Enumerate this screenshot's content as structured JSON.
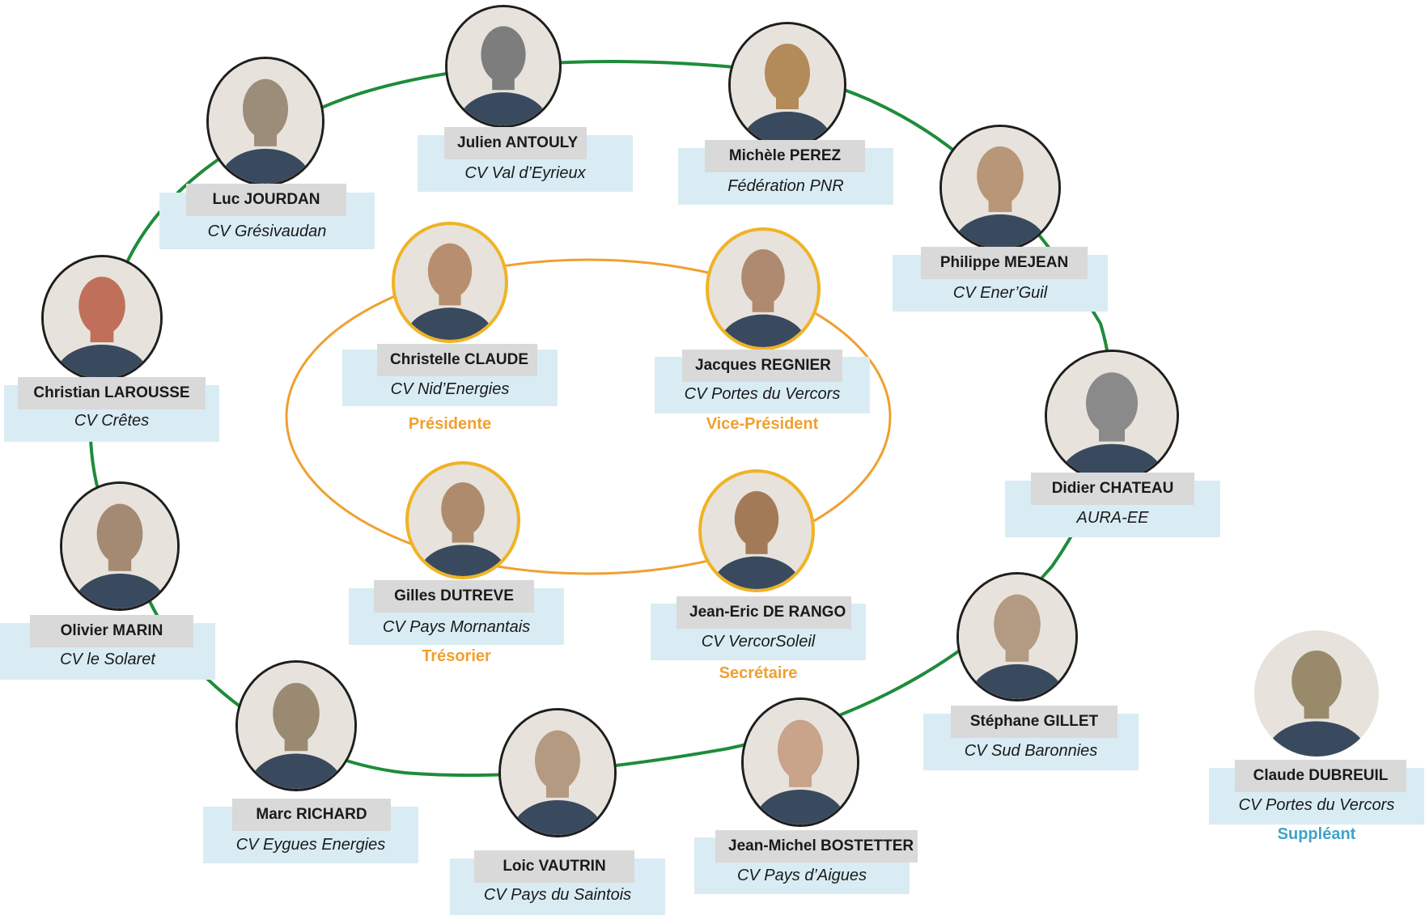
{
  "members": [
    {
      "id": "julien-antouly",
      "name": "Julien ANTOULY",
      "org": "CV Val d’Eyrieux",
      "group": "outer",
      "role": "",
      "tone": "#7d7d7d"
    },
    {
      "id": "michele-perez",
      "name": "Michèle PEREZ",
      "org": "Fédération PNR",
      "group": "outer",
      "role": "",
      "tone": "#b38a5a"
    },
    {
      "id": "luc-jourdan",
      "name": "Luc JOURDAN",
      "org": "CV Grésivaudan",
      "group": "outer",
      "role": "",
      "tone": "#9c8c7a"
    },
    {
      "id": "philippe-mejean",
      "name": "Philippe MEJEAN",
      "org": "CV Ener’Guil",
      "group": "outer",
      "role": "",
      "tone": "#b89678"
    },
    {
      "id": "christian-larousse",
      "name": "Christian LAROUSSE",
      "org": "CV Crêtes",
      "group": "outer",
      "role": "",
      "tone": "#c0705a"
    },
    {
      "id": "didier-chateau",
      "name": "Didier CHATEAU",
      "org": "AURA-EE",
      "group": "outer",
      "role": "",
      "tone": "#8a8a8a"
    },
    {
      "id": "olivier-marin",
      "name": "Olivier MARIN",
      "org": "CV le Solaret",
      "group": "outer",
      "role": "",
      "tone": "#a58a73"
    },
    {
      "id": "stephane-gillet",
      "name": "Stéphane GILLET",
      "org": "CV Sud Baronnies",
      "group": "outer",
      "role": "",
      "tone": "#b39a82"
    },
    {
      "id": "marc-richard",
      "name": "Marc RICHARD",
      "org": "CV Eygues Energies",
      "group": "outer",
      "role": "",
      "tone": "#9a8a72"
    },
    {
      "id": "loic-vautrin",
      "name": "Loic VAUTRIN",
      "org": "CV Pays du Saintois",
      "group": "outer",
      "role": "",
      "tone": "#b49a80"
    },
    {
      "id": "jean-michel-bostetter",
      "name": "Jean-Michel BOSTETTER",
      "org": "CV Pays d’Aigues",
      "group": "outer",
      "role": "",
      "tone": "#c9a38a"
    },
    {
      "id": "christelle-claude",
      "name": "Christelle CLAUDE",
      "org": "CV Nid’Energies",
      "group": "bureau",
      "role": "Présidente",
      "tone": "#b88f6e"
    },
    {
      "id": "jacques-regnier",
      "name": "Jacques REGNIER",
      "org": "CV Portes du Vercors",
      "group": "bureau",
      "role": "Vice-Président",
      "tone": "#b08a70"
    },
    {
      "id": "gilles-dutreve",
      "name": "Gilles DUTREVE",
      "org": "CV Pays Mornantais",
      "group": "bureau",
      "role": "Trésorier",
      "tone": "#ad8b6c"
    },
    {
      "id": "jean-eric-de-rango",
      "name": "Jean-Eric DE RANGO",
      "org": "CV VercorSoleil",
      "group": "bureau",
      "role": "Secrétaire",
      "tone": "#a37a58"
    },
    {
      "id": "claude-dubreuil",
      "name": "Claude DUBREUIL",
      "org": "CV Portes du Vercors",
      "group": "substitute",
      "role": "Suppléant",
      "tone": "#9a8a6c"
    }
  ],
  "colors": {
    "outer_ring": "#1e8c3a",
    "bureau_ring": "#f0a030",
    "role_bureau": "#f0a030",
    "role_substitute": "#3fa3c8",
    "card_bg": "#d9ecf4",
    "name_bg": "#d9d9d9"
  }
}
